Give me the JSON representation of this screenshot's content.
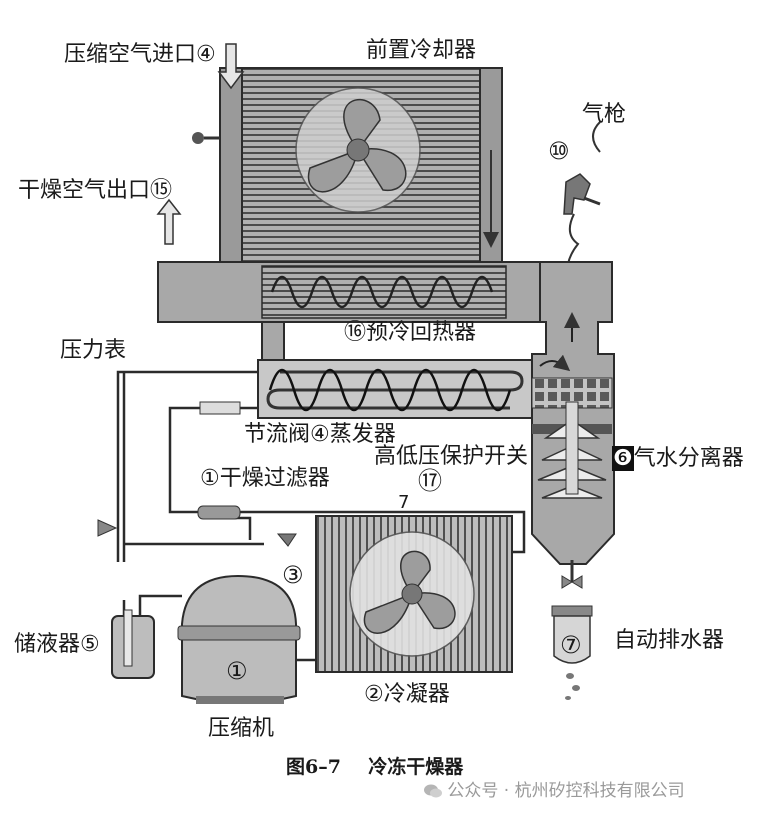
{
  "labels": {
    "compressed_air_inlet": "压缩空气进口④",
    "pre_cooler": "前置冷却器",
    "air_gun": "气枪",
    "air_gun_num": "⑩",
    "dry_air_outlet": "干燥空气出口⑮",
    "pre_cool_reheater": "⑯预冷回热器",
    "pressure_gauge": "压力表",
    "throttle_evaporator": "节流阀④蒸发器",
    "hl_pressure_switch": "高低压保护开关",
    "hl_pressure_switch_num": "⑰",
    "separator_num": "❻",
    "separator": "气水分离器",
    "dry_filter": "①干燥过滤器",
    "pipe_7": "7",
    "num_3": "③",
    "receiver": "储液器⑤",
    "num_1": "①",
    "auto_drain_num": "⑦",
    "auto_drain": "自动排水器",
    "condenser": "②冷凝器",
    "compressor": "压缩机"
  },
  "caption": {
    "figure": "图6–7",
    "title": "冷冻干燥器"
  },
  "watermark": {
    "icon": "wechat-icon",
    "text": "公众号 · 杭州矽控科技有限公司"
  },
  "colors": {
    "line": "#2b2b2b",
    "fill_gray": "#a9a9a9",
    "fill_light": "#c9c9c9",
    "fill_dark": "#8a8a8a"
  }
}
